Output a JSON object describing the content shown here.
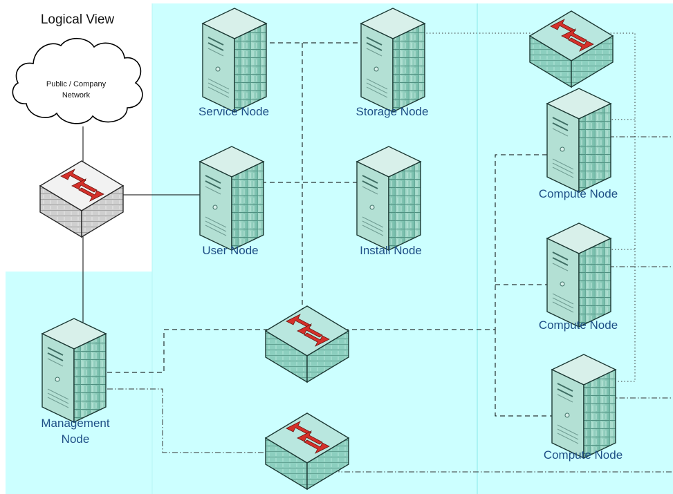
{
  "title": "Logical View",
  "cloud": {
    "line1": "Public / Company",
    "line2": "Network"
  },
  "nodes": {
    "service": "Service Node",
    "storage": "Storage Node",
    "user": "User Node",
    "install": "Install Node",
    "compute_1": "Compute Node",
    "compute_2": "Compute Node",
    "compute_3": "Compute Node",
    "management_line1": "Management",
    "management_line2": "Node"
  },
  "colors": {
    "region_fill": "#ccffff",
    "region_divider": "#9ff0f0",
    "label_text": "#1e4f86",
    "server_body": "#8fcfbf",
    "switch_arrow": "#d4302a"
  }
}
